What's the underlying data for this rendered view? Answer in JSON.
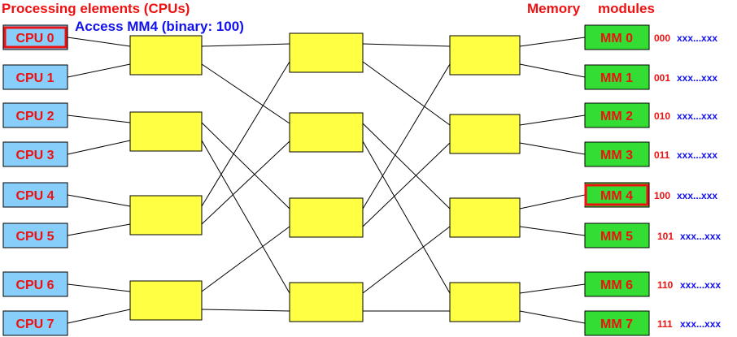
{
  "header": {
    "left_title": "Processing elements (CPUs)",
    "access_note": "Access MM4 (binary: 100)",
    "right_title_1": "Memory",
    "right_title_2": "modules"
  },
  "cpus": [
    "CPU 0",
    "CPU 1",
    "CPU 2",
    "CPU 3",
    "CPU 4",
    "CPU 5",
    "CPU 6",
    "CPU 7"
  ],
  "memories": [
    "MM 0",
    "MM 1",
    "MM 2",
    "MM 3",
    "MM 4",
    "MM 5",
    "MM 6",
    "MM 7"
  ],
  "addresses": [
    {
      "bits": "000",
      "suffix": "xxx...xxx"
    },
    {
      "bits": "001",
      "suffix": "xxx...xxx"
    },
    {
      "bits": "010",
      "suffix": "xxx...xxx"
    },
    {
      "bits": "011",
      "suffix": "xxx...xxx"
    },
    {
      "bits": "100",
      "suffix": "xxx...xxx"
    },
    {
      "bits": "101",
      "suffix": "xxx...xxx"
    },
    {
      "bits": "110",
      "suffix": "xxx...xxx"
    },
    {
      "bits": "111",
      "suffix": "xxx...xxx"
    }
  ],
  "highlight": {
    "cpu": 0,
    "memory": 4
  },
  "colors": {
    "cpu_fill": "#87cefa",
    "memory_fill": "#33dd33",
    "switch_fill": "#ffff44",
    "title_red": "#ee1111",
    "note_blue": "#1111ee",
    "highlight": "#ee1111",
    "wire": "#000000"
  }
}
